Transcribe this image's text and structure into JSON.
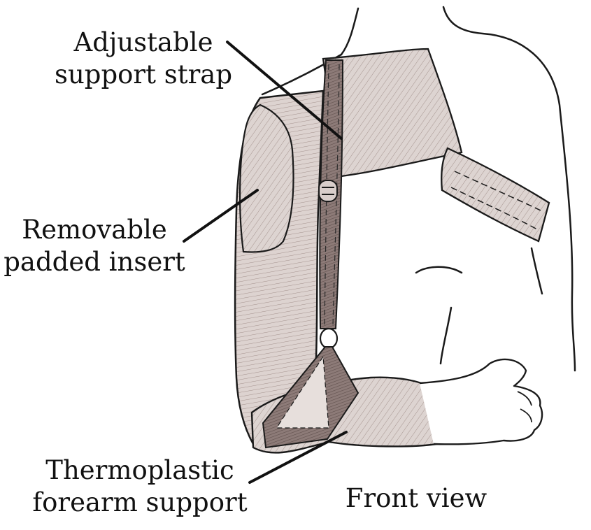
{
  "labels": {
    "strap": {
      "line1": "Adjustable",
      "line2": "support strap"
    },
    "insert": {
      "line1": "Removable",
      "line2": "padded insert"
    },
    "forearm": {
      "line1": "Thermoplastic",
      "line2": "forearm support"
    },
    "view": "Front view"
  },
  "colors": {
    "ink": "#1a1a1a",
    "sling_fill": "#d9cfcc",
    "strap_fill": "#8e7d7a",
    "hatch": "#9c8c88",
    "background": "#ffffff"
  }
}
